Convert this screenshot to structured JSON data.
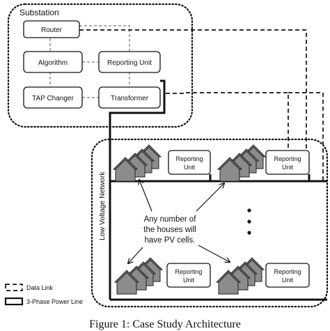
{
  "substation": {
    "label": "Substation",
    "router": "Router",
    "algorithm": "Algorithm",
    "reporting_unit": "Reporting Unit",
    "tap_changer": "TAP Changer",
    "transformer": "Transformer"
  },
  "network": {
    "label": "Low Voltage Network",
    "unit_lines": [
      "Reporting",
      "Unit"
    ],
    "annotation": [
      "Any number of",
      "the houses will",
      "have PV cells."
    ]
  },
  "legend": {
    "data_link": "Data Link",
    "power_line": "3-Phase Power Line"
  },
  "caption": "Figure 1: Case Study Architecture"
}
